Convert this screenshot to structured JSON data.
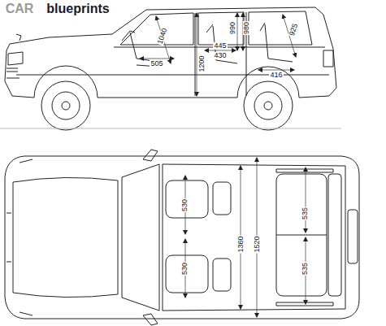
{
  "diagram": {
    "labels": [
      "CAR",
      "blueprints",
      "1040",
      "1200",
      "505",
      "990",
      "980",
      "445",
      "430",
      "925",
      "416",
      "530",
      "530",
      "1360",
      "1520",
      "535",
      "535"
    ]
  }
}
